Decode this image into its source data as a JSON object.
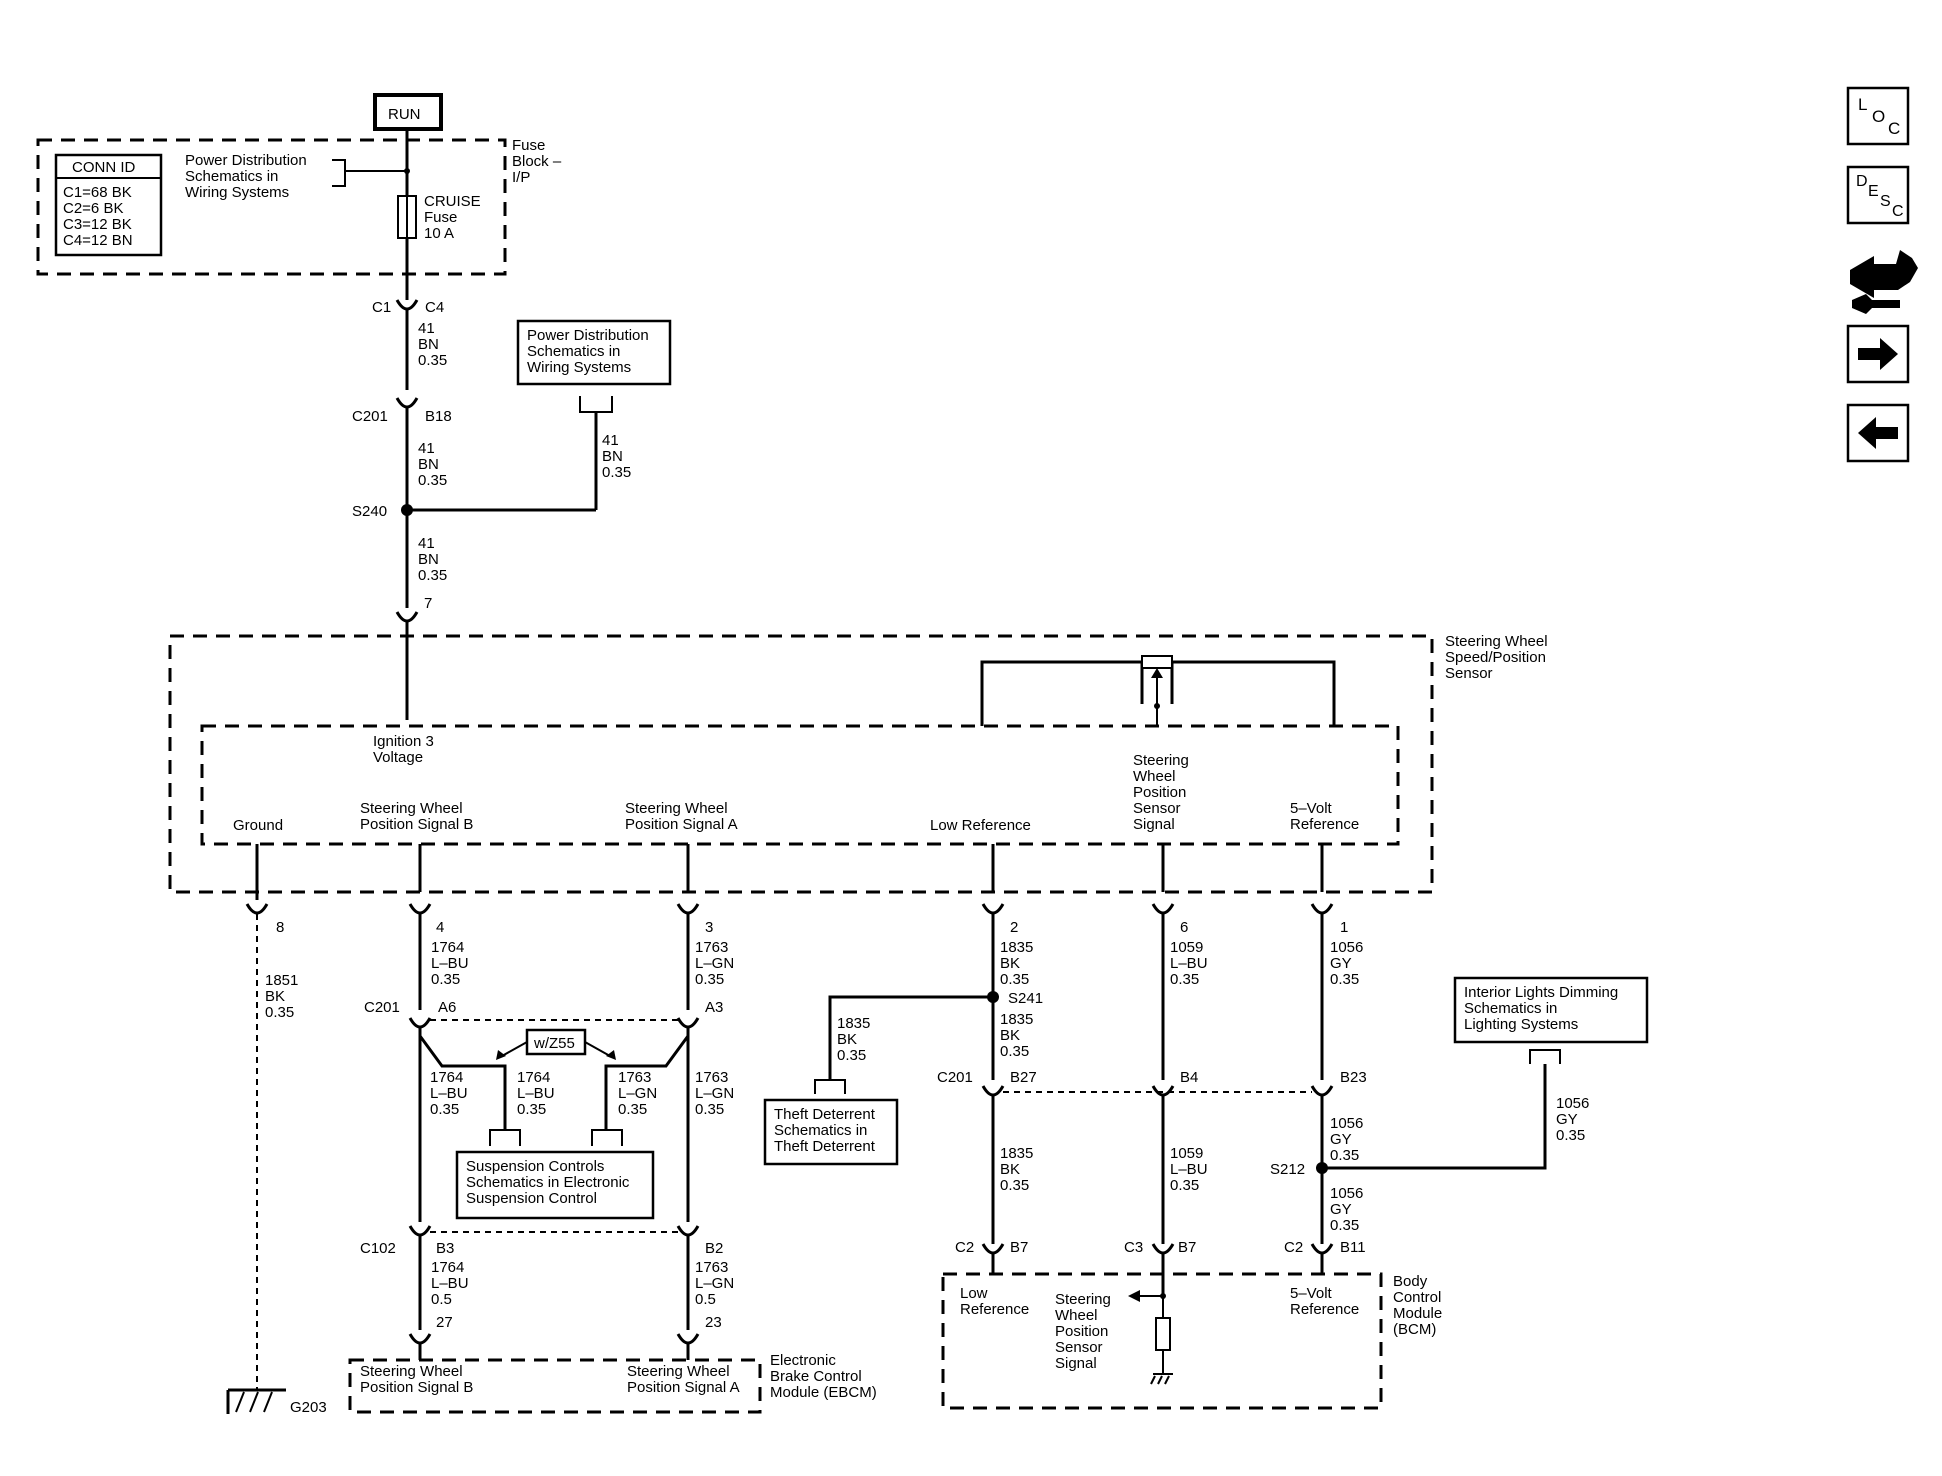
{
  "nav_buttons": [
    {
      "name": "loc-button",
      "label": "LOC"
    },
    {
      "name": "desc-button",
      "label": "DESC"
    },
    {
      "name": "connector-wrench-button",
      "label": ""
    },
    {
      "name": "next-button",
      "label": ""
    },
    {
      "name": "back-button",
      "label": ""
    }
  ],
  "labels": {
    "run": "RUN",
    "conn_id_title": "CONN ID",
    "conn_c1": "C1=68 BK",
    "conn_c2": "C2=6 BK",
    "conn_c3": "C3=12 BK",
    "conn_c4": "C4=12 BN",
    "pd_ref1_l1": "Power Distribution",
    "pd_ref1_l2": "Schematics in",
    "pd_ref1_l3": "Wiring Systems",
    "cruise_l1": "CRUISE",
    "cruise_l2": "Fuse",
    "cruise_l3": "10 A",
    "fuseblock_l1": "Fuse",
    "fuseblock_l2": "Block –",
    "fuseblock_l3": "I/P",
    "c1": "C1",
    "c4": "C4",
    "w41a_1": "41",
    "w41a_2": "BN",
    "w41a_3": "0.35",
    "pd_ref2_l1": "Power Distribution",
    "pd_ref2_l2": "Schematics in",
    "pd_ref2_l3": "Wiring Systems",
    "c201_top": "C201",
    "b18": "B18",
    "w41b_1": "41",
    "w41b_2": "BN",
    "w41b_3": "0.35",
    "w41r_1": "41",
    "w41r_2": "BN",
    "w41r_3": "0.35",
    "s240": "S240",
    "w41c_1": "41",
    "w41c_2": "BN",
    "w41c_3": "0.35",
    "pin7": "7",
    "sws_l1": "Steering Wheel",
    "sws_l2": "Speed/Position",
    "sws_l3": "Sensor",
    "ign_l1": "Ignition 3",
    "ign_l2": "Voltage",
    "ground": "Ground",
    "swpsb_l1": "Steering Wheel",
    "swpsb_l2": "Position Signal B",
    "swpsa_l1": "Steering Wheel",
    "swpsa_l2": "Position Signal A",
    "lowref": "Low Reference",
    "swpss_l1": "Steering",
    "swpss_l2": "Wheel",
    "swpss_l3": "Position",
    "swpss_l4": "Sensor",
    "swpss_l5": "Signal",
    "v5_l1": "5–Volt",
    "v5_l2": "Reference",
    "pin8": "8",
    "w1851_1": "1851",
    "w1851_2": "BK",
    "w1851_3": "0.35",
    "pin4": "4",
    "w1764a_1": "1764",
    "w1764a_2": "L–BU",
    "w1764a_3": "0.35",
    "pin3": "3",
    "w1763a_1": "1763",
    "w1763a_2": "L–GN",
    "w1763a_3": "0.35",
    "pin2": "2",
    "w1835a_1": "1835",
    "w1835a_2": "BK",
    "w1835a_3": "0.35",
    "pin6": "6",
    "w1059a_1": "1059",
    "w1059a_2": "L–BU",
    "w1059a_3": "0.35",
    "pin1": "1",
    "w1056a_1": "1056",
    "w1056a_2": "GY",
    "w1056a_3": "0.35",
    "c201_mid": "C201",
    "a6": "A6",
    "a3": "A3",
    "s241": "S241",
    "w1835b_1": "1835",
    "w1835b_2": "BK",
    "w1835b_3": "0.35",
    "w1835t_1": "1835",
    "w1835t_2": "BK",
    "w1835t_3": "0.35",
    "theft_l1": "Theft Deterrent",
    "theft_l2": "Schematics in",
    "theft_l3": "Theft Deterrent",
    "wz55": "w/Z55",
    "w1764b_1": "1764",
    "w1764b_2": "L–BU",
    "w1764b_3": "0.35",
    "w1764c_1": "1764",
    "w1764c_2": "L–BU",
    "w1764c_3": "0.35",
    "w1763b_1": "1763",
    "w1763b_2": "L–GN",
    "w1763b_3": "0.35",
    "w1763c_1": "1763",
    "w1763c_2": "L–GN",
    "w1763c_3": "0.35",
    "susp_l1": "Suspension Controls",
    "susp_l2": "Schematics in Electronic",
    "susp_l3": "Suspension Control",
    "c201_low": "C201",
    "b27": "B27",
    "b4": "B4",
    "b23": "B23",
    "ild_l1": "Interior Lights Dimming",
    "ild_l2": "Schematics in",
    "ild_l3": "Lighting Systems",
    "w1056r_1": "1056",
    "w1056r_2": "GY",
    "w1056r_3": "0.35",
    "w1056b_1": "1056",
    "w1056b_2": "GY",
    "w1056b_3": "0.35",
    "s212": "S212",
    "w1835c_1": "1835",
    "w1835c_2": "BK",
    "w1835c_3": "0.35",
    "w1059b_1": "1059",
    "w1059b_2": "L–BU",
    "w1059b_3": "0.35",
    "w1056c_1": "1056",
    "w1056c_2": "GY",
    "w1056c_3": "0.35",
    "c102": "C102",
    "b3": "B3",
    "b2": "B2",
    "w1764d_1": "1764",
    "w1764d_2": "L–BU",
    "w1764d_3": "0.5",
    "w1763d_1": "1763",
    "w1763d_2": "L–GN",
    "w1763d_3": "0.5",
    "pin27": "27",
    "pin23": "23",
    "c2a": "C2",
    "b7a": "B7",
    "c3": "C3",
    "b7b": "B7",
    "c2b": "C2",
    "b11": "B11",
    "ebcm_b_l1": "Steering Wheel",
    "ebcm_b_l2": "Position Signal B",
    "ebcm_a_l1": "Steering Wheel",
    "ebcm_a_l2": "Position Signal A",
    "ebcm_l1": "Electronic",
    "ebcm_l2": "Brake Control",
    "ebcm_l3": "Module (EBCM)",
    "g203": "G203",
    "bcm_lr_l1": "Low",
    "bcm_lr_l2": "Reference",
    "bcm_sig_l1": "Steering",
    "bcm_sig_l2": "Wheel",
    "bcm_sig_l3": "Position",
    "bcm_sig_l4": "Sensor",
    "bcm_sig_l5": "Signal",
    "bcm_5v_l1": "5–Volt",
    "bcm_5v_l2": "Reference",
    "bcm_l1": "Body",
    "bcm_l2": "Control",
    "bcm_l3": "Module",
    "bcm_l4": "(BCM)"
  }
}
